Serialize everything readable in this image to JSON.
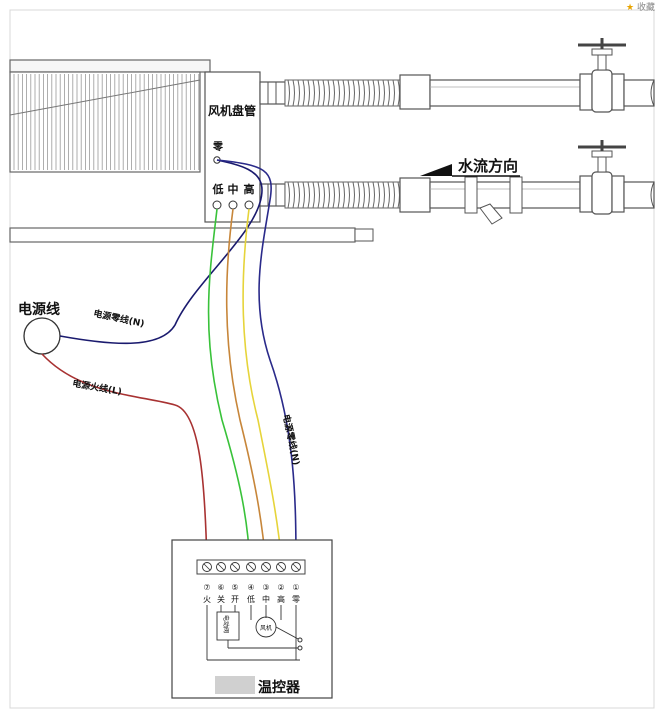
{
  "labels": {
    "fan_coil": "风机盘管",
    "neutral_terminal": "零",
    "low": "低",
    "mid": "中",
    "high": "高",
    "water_flow": "水流方向",
    "power_line": "电源线",
    "neutral_wire_top": "电源零线(N)",
    "live_wire": "电源火线(L)",
    "neutral_wire_right": "电源零线(N)",
    "thermostat": "温控器",
    "fan": "风机",
    "valve_box": "电动阀"
  },
  "terminals": {
    "numbers": [
      "⑦",
      "⑥",
      "⑤",
      "④",
      "③",
      "②",
      "①"
    ],
    "names": [
      "火",
      "关",
      "开",
      "低",
      "中",
      "高",
      "零"
    ]
  },
  "wire_colors": {
    "neutral": "#1a1a6e",
    "live": "#a83232",
    "low": "#39c23a",
    "mid": "#c7863a",
    "high": "#e6d43a",
    "neutral2": "#2a2a8a"
  },
  "badge": "收藏"
}
